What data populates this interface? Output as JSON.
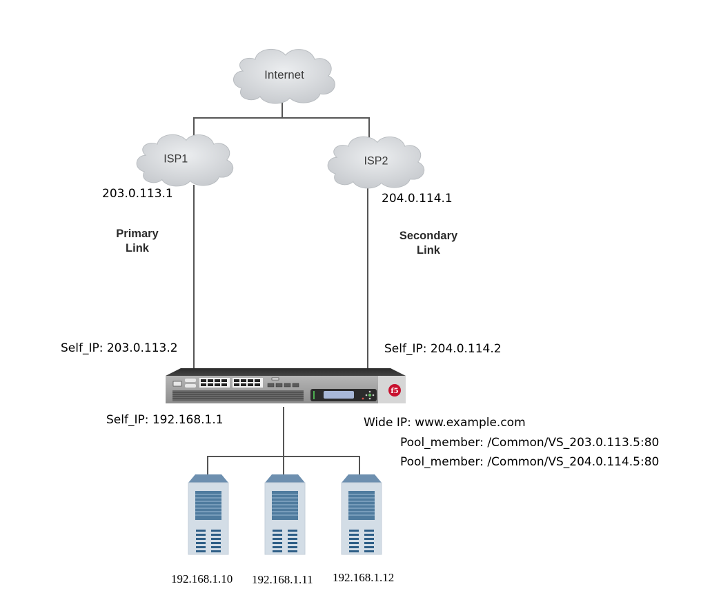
{
  "diagram": {
    "title": "F5 BIG-IP DNS link controller topology",
    "clouds": {
      "internet": "Internet",
      "isp1": "ISP1",
      "isp2": "ISP2"
    },
    "isp1_gateway_ip": "203.0.113.1",
    "isp2_gateway_ip": "204.0.114.1",
    "links": {
      "primary": {
        "line1": "Primary",
        "line2": "Link"
      },
      "secondary": {
        "line1": "Secondary",
        "line2": "Link"
      }
    },
    "device": {
      "name": "F5 BIG-IP appliance",
      "logo": "f5",
      "self_ip_isp1": "Self_IP: 203.0.113.2",
      "self_ip_isp2": "Self_IP: 204.0.114.2",
      "self_ip_internal": "Self_IP: 192.168.1.1"
    },
    "wide_ip": {
      "label": "Wide IP: www.example.com",
      "pool_members": [
        "Pool_member: /Common/VS_203.0.113.5:80",
        "Pool_member: /Common/VS_204.0.114.5:80"
      ]
    },
    "servers": [
      {
        "ip": "192.168.1.10"
      },
      {
        "ip": "192.168.1.11"
      },
      {
        "ip": "192.168.1.12"
      }
    ],
    "colors": {
      "cloud_fill": "#d8dadd",
      "wire": "#555555",
      "server_body": "#d3dde6",
      "server_panel": "#4f7b9e",
      "f5_red": "#c8102e"
    }
  }
}
